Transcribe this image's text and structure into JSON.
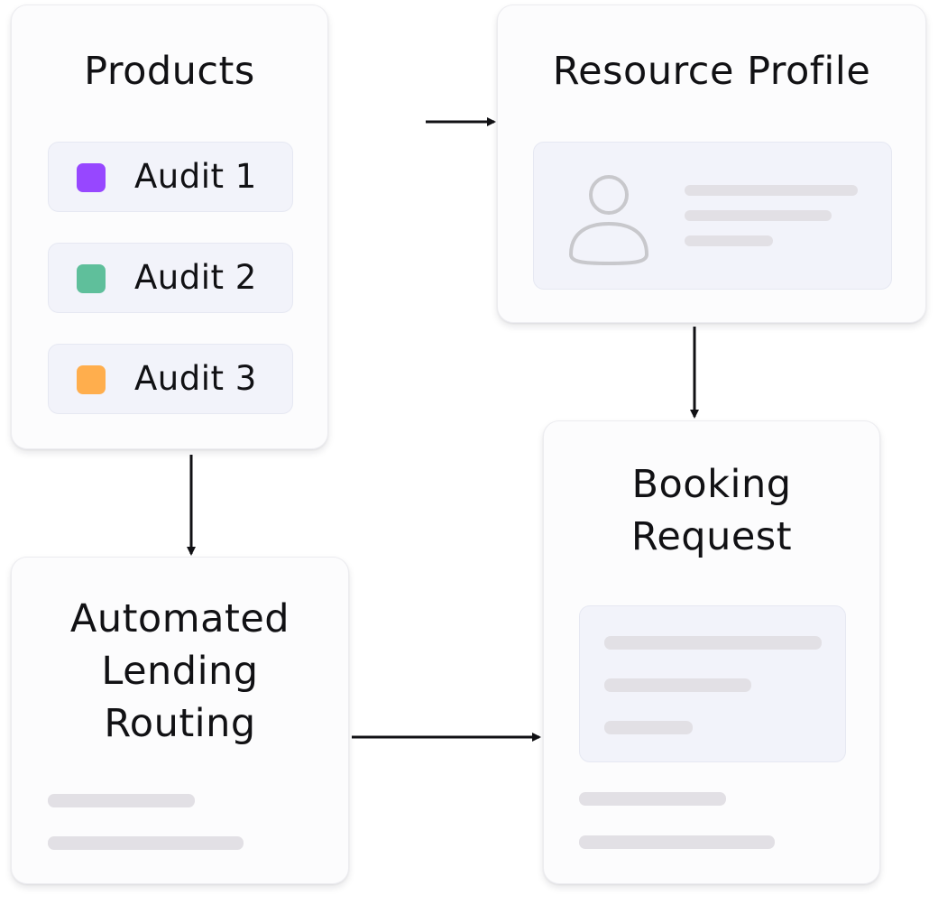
{
  "nodes": {
    "products": {
      "title": "Products",
      "items": [
        {
          "label": "Audit 1",
          "color": "#9747ff"
        },
        {
          "label": "Audit 2",
          "color": "#5fbf9b"
        },
        {
          "label": "Audit 3",
          "color": "#ffae4d"
        }
      ]
    },
    "resource_profile": {
      "title": "Resource Profile",
      "icon": "user-icon"
    },
    "booking_request": {
      "title": "Booking\nRequest"
    },
    "automated_routing": {
      "title": "Automated\nLending\nRouting"
    }
  },
  "edges": [
    {
      "from": "products",
      "to": "resource_profile"
    },
    {
      "from": "products",
      "to": "automated_routing"
    },
    {
      "from": "resource_profile",
      "to": "booking_request"
    },
    {
      "from": "automated_routing",
      "to": "booking_request"
    }
  ],
  "colors": {
    "placeholder_bar": "#e2e0e5",
    "panel_bg": "#f2f3fa",
    "arrow": "#111114"
  }
}
